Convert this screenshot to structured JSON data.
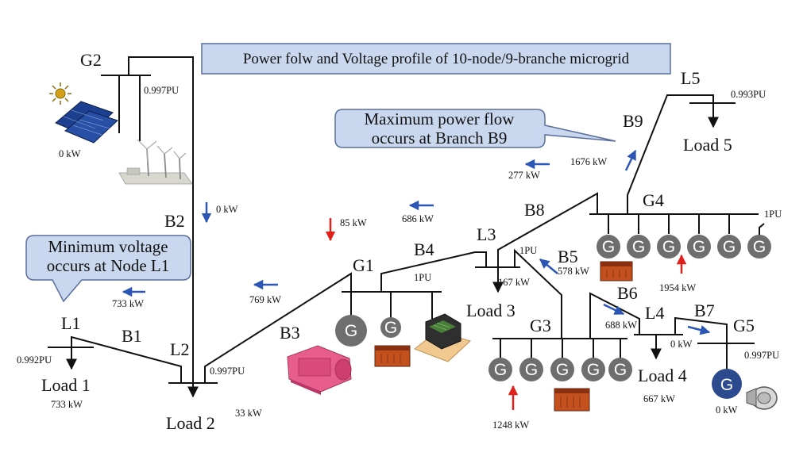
{
  "title": "Power folw and Voltage profile of 10-node/9-branche microgrid",
  "callouts": {
    "max_flow": [
      "Maximum power flow",
      "occurs at Branch B9"
    ],
    "min_voltage": [
      "Minimum voltage",
      "occurs at Node L1"
    ]
  },
  "buses": {
    "g2": "G2",
    "g1": "G1",
    "g3": "G3",
    "g4": "G4",
    "g5": "G5",
    "l1": "L1",
    "l2": "L2",
    "l3": "L3",
    "l4": "L4",
    "l5": "L5"
  },
  "branches": {
    "b1": "B1",
    "b2": "B2",
    "b3": "B3",
    "b4": "B4",
    "b5": "B5",
    "b6": "B6",
    "b7": "B7",
    "b8": "B8",
    "b9": "B9"
  },
  "loads": {
    "load1": "Load 1",
    "load2": "Load 2",
    "load3": "Load 3",
    "load4": "Load 4",
    "load5": "Load 5"
  },
  "voltages": {
    "g2": "0.997PU",
    "l5": "0.993PU",
    "g4": "1PU",
    "g1": "1PU",
    "l3": "1PU",
    "l1": "0.992PU",
    "l2": "0.997PU",
    "g5": "0.997PU"
  },
  "powers": {
    "pv": "0 kW",
    "b2": "0 kW",
    "b4_red": "85 kW",
    "b8_blue": "686 kW",
    "b9_blue": "277 kW",
    "b9_flow": "1676 kW",
    "b1_flow": "733 kW",
    "b3_flow": "769 kW",
    "b5_flow": "578 kW",
    "l3_load": "167 kW",
    "g4_gen": "1954 kW",
    "b6_flow": "688 kW",
    "b7_flow": "0 kW",
    "l4_load": "667 kW",
    "g5_gen": "0 kW",
    "l1_load": "733 kW",
    "l2_load": "33 kW",
    "g3_gen": "1248 kW"
  },
  "gen_symbol": "G",
  "colors": {
    "blue_arrow": "#2b56b5",
    "red_arrow": "#e0201d",
    "gen_gray": "#6e6e6e",
    "gen_blue": "#2c4a8e",
    "callout_fill": "#c9d8ee",
    "callout_stroke": "#5a6f9c"
  }
}
